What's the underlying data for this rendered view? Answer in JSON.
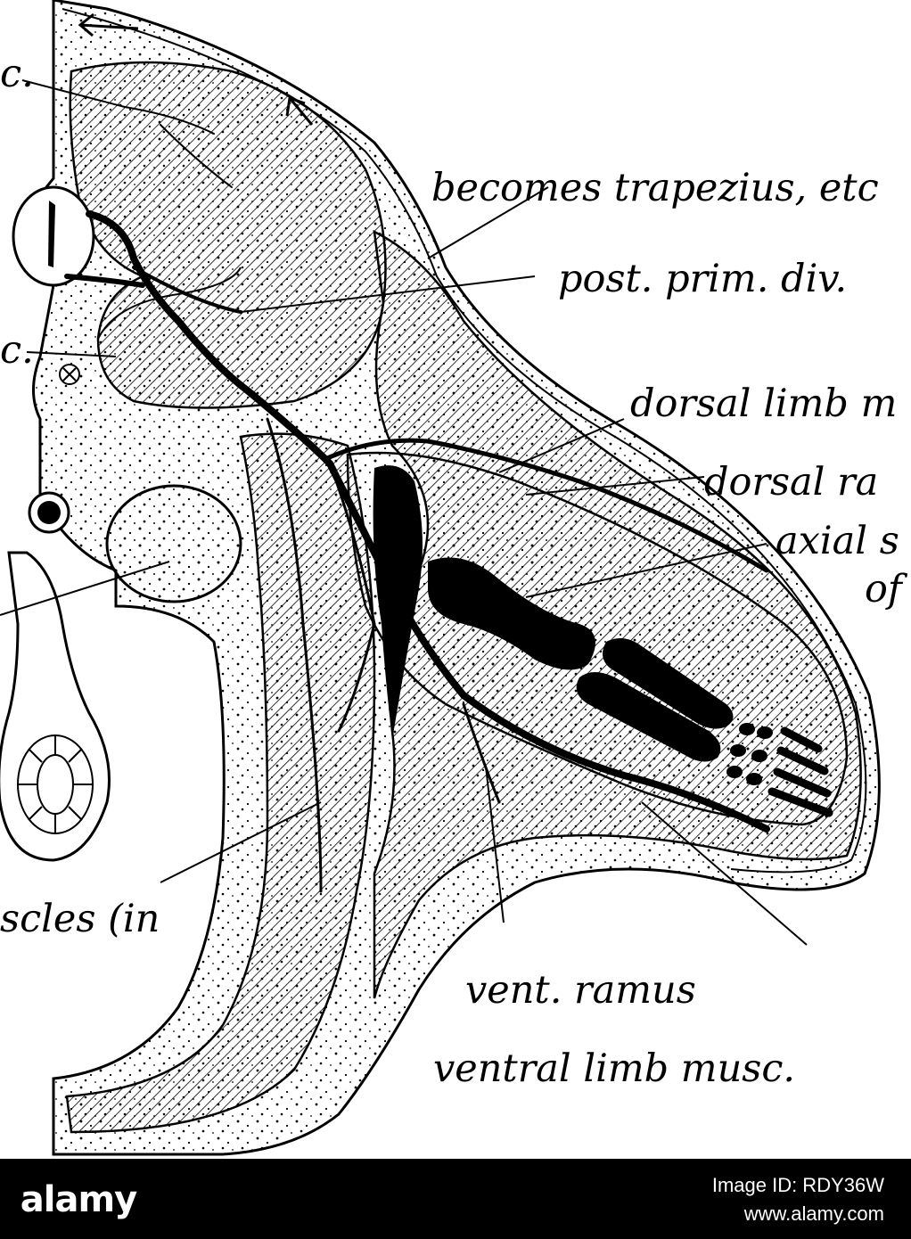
{
  "figure": {
    "labels": {
      "musc_c_top": "c.",
      "trapezius": "becomes trapezius, etc",
      "post_prim_div": "post. prim. div.",
      "musc_c_mid": "c.",
      "dorsal_limb": "dorsal limb m",
      "dorsal_ramus": "dorsal ra",
      "axial": "axial s",
      "axial_of": "of",
      "muscles_in": "scles (in",
      "vent_ramus": "vent. ramus",
      "ventral_limb": "ventral limb musc."
    }
  },
  "watermark": {
    "logo": "alamy",
    "image_id": "Image ID: RDY36W",
    "url": "www.alamy.com"
  },
  "colors": {
    "ink": "#000000",
    "paper": "#ffffff",
    "footer_bg": "#000000"
  }
}
